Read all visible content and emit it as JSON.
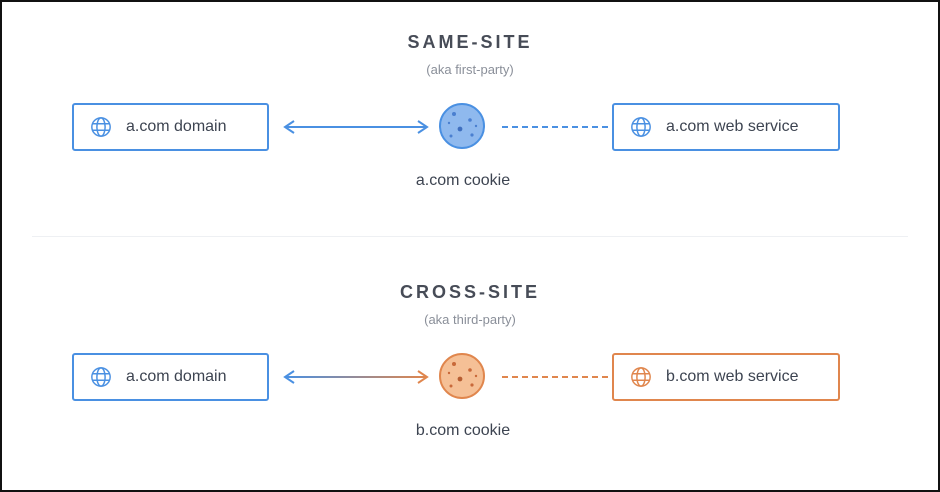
{
  "same_site": {
    "title": "SAME-SITE",
    "subtitle": "(aka first-party)",
    "left_box": "a.com domain",
    "right_box": "a.com web service",
    "cookie_label": "a.com cookie",
    "color": "#4a90e2"
  },
  "cross_site": {
    "title": "CROSS-SITE",
    "subtitle": "(aka third-party)",
    "left_box": "a.com domain",
    "right_box": "b.com web service",
    "cookie_label": "b.com cookie",
    "color": "#e0864d"
  },
  "icons": {
    "box_icon": "globe-icon",
    "cookie_icon": "cookie-icon"
  }
}
